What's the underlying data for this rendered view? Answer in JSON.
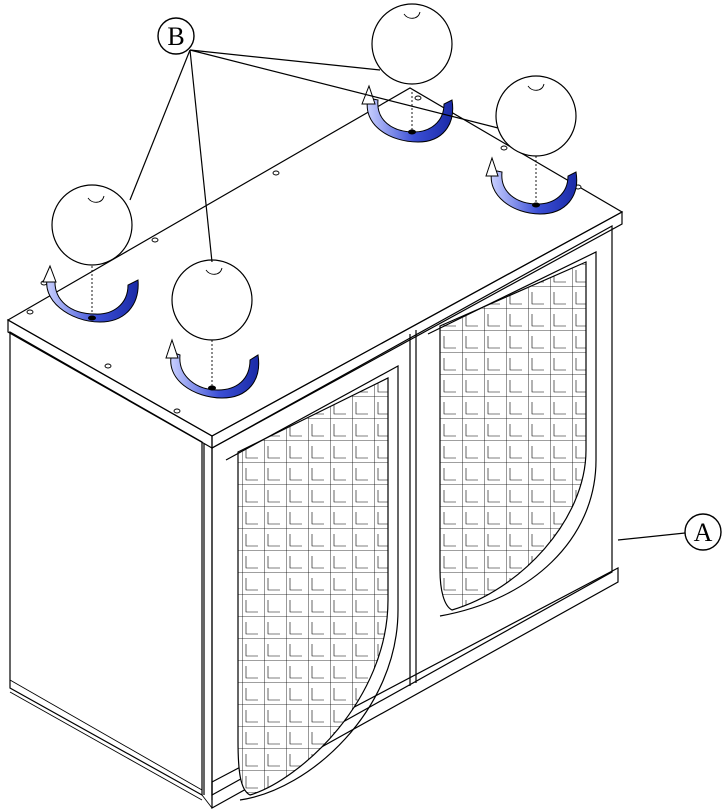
{
  "callouts": {
    "a": {
      "label": "A"
    },
    "b": {
      "label": "B"
    }
  },
  "colors": {
    "arrow_fill": "#3b4fd6",
    "arrow_highlight": "#c9d0ff",
    "line": "#000000",
    "background": "#ffffff"
  },
  "icons": [
    "rotation-arrow-icon",
    "sphere-cap"
  ]
}
